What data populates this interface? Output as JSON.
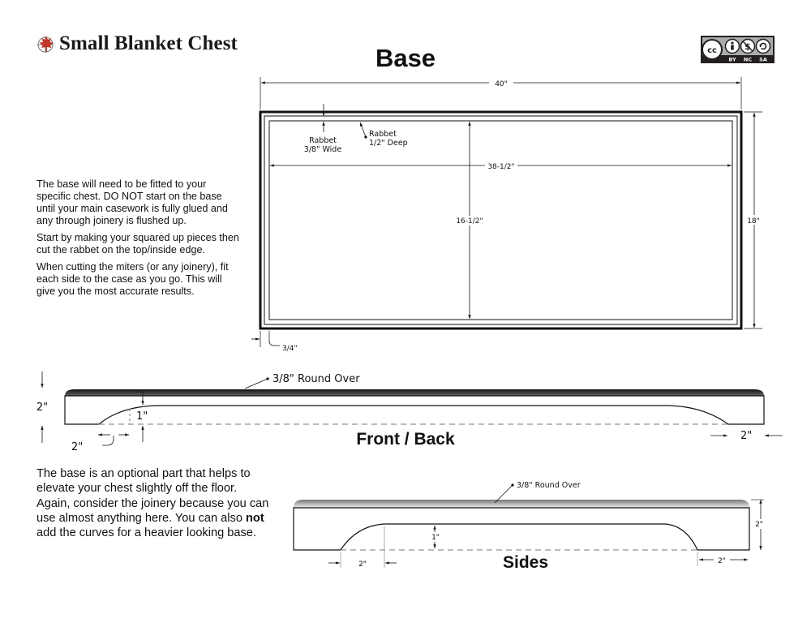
{
  "header": {
    "brand": "Small Blanket Chest",
    "title": "Base",
    "license": [
      "BY",
      "NC",
      "SA"
    ]
  },
  "notes_top": [
    "The base will need to be fitted to your specific chest. DO NOT start on the base until your main casework is fully glued and any through joinery is flushed up.",
    "Start by making your squared up pieces then cut the rabbet on the top/inside edge.",
    "When cutting the miters (or any joinery), fit each side to the case as you go. This will give you the most accurate results."
  ],
  "notes_bottom": {
    "part1": "The base is an optional part that helps to elevate your chest slightly off the floor. Again, consider the joinery because you can use almost anything here. You can also ",
    "bold": "not",
    "part2": " add the curves for a heavier looking base."
  },
  "plan_view": {
    "overall_width": "40\"",
    "overall_depth": "18\"",
    "inner_width": "38-1/2\"",
    "inner_depth": "16-1/2\"",
    "stock_thickness": "3/4\"",
    "rabbet_width_label": [
      "Rabbet",
      "3/8\" Wide"
    ],
    "rabbet_depth_label": [
      "Rabbet",
      "1/2\" Deep"
    ]
  },
  "front_back": {
    "title": "Front / Back",
    "height": "2\"",
    "curve_depth": "1\"",
    "foot_width_left": "2\"",
    "foot_width_right": "2\"",
    "edge_note": "3/8\" Round Over"
  },
  "sides": {
    "title": "Sides",
    "height": "2\"",
    "curve_depth": "1\"",
    "foot_width_left": "2\"",
    "foot_width_right": "2\"",
    "edge_note": "3/8\" Round Over"
  },
  "colors": {
    "ink": "#111111",
    "leaf": "#c0392b",
    "badge_bg": "#231f20"
  }
}
